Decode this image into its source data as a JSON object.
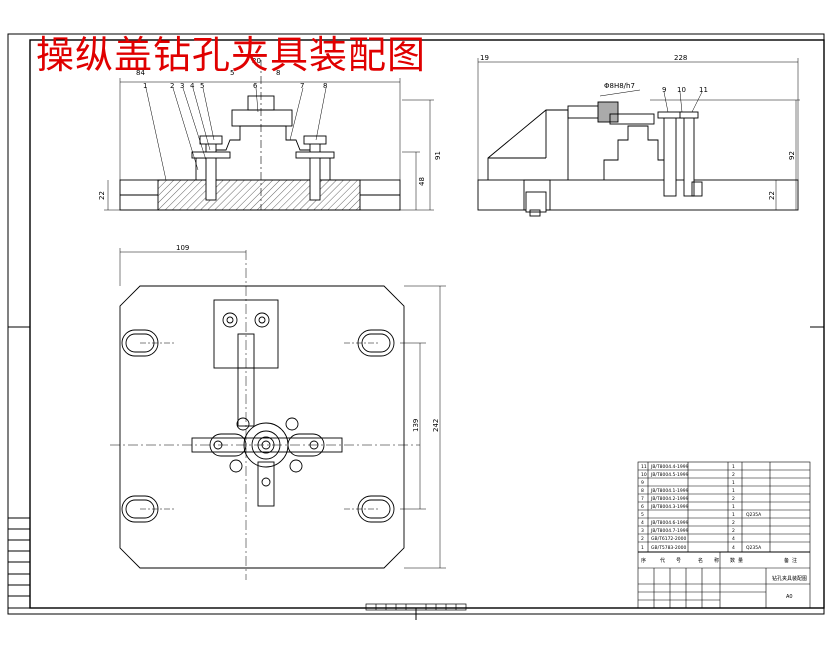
{
  "title": "操纵盖钻孔夹具装配图",
  "front_view": {
    "part_numbers": [
      "1",
      "2",
      "3",
      "4",
      "5",
      "6",
      "7",
      "8"
    ],
    "dims": {
      "width_top": "84",
      "d1": "5",
      "d2": "20",
      "d3": "8",
      "h91": "91",
      "h48": "48",
      "h22": "22"
    }
  },
  "side_view": {
    "part_numbers": [
      "9",
      "10",
      "11"
    ],
    "dims": {
      "width": "228",
      "left": "19",
      "fit": "Φ8H8/h7",
      "h92": "92",
      "h22": "22"
    }
  },
  "plan_view": {
    "dims": {
      "width": "109",
      "h139": "139",
      "h242": "242"
    }
  },
  "bom": {
    "rows": [
      [
        "11",
        "JB/T8004.4-1999",
        "",
        "1",
        ""
      ],
      [
        "10",
        "JB/T8004.5-1999",
        "",
        "2",
        ""
      ],
      [
        "9",
        "",
        "",
        "1",
        ""
      ],
      [
        "8",
        "JB/T8004.1-1999",
        "",
        "1",
        ""
      ],
      [
        "7",
        "JB/T8004.2-1999",
        "",
        "2",
        ""
      ],
      [
        "6",
        "JB/T8004.3-1999",
        "",
        "1",
        ""
      ],
      [
        "5",
        "",
        "",
        "1",
        "Q235A"
      ],
      [
        "4",
        "JB/T8004.6-1999",
        "",
        "2",
        ""
      ],
      [
        "3",
        "JB/T8004.7-1999",
        "",
        "2",
        ""
      ],
      [
        "2",
        "GB/T6172-2000",
        "",
        "4",
        ""
      ],
      [
        "1",
        "GB/T5783-2000",
        "",
        "4",
        "Q235A"
      ]
    ],
    "header": [
      "序",
      "代",
      "号",
      "名",
      "称",
      "数",
      "量",
      "备",
      "注"
    ],
    "drawing_title": "钻孔夹具装配图",
    "sheet_size": "A0"
  },
  "left_strip": [
    "",
    "",
    "",
    "",
    "",
    "",
    "",
    ""
  ],
  "bottom_ruler": "",
  "chart_colors": {
    "title": "#e00000",
    "line": "#000000"
  }
}
